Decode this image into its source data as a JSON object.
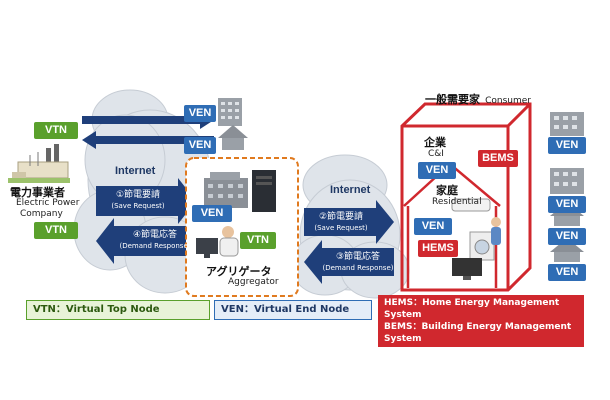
{
  "utility": {
    "name_jp": "電力事業者",
    "name_en_1": "Electric Power",
    "name_en_2": "Company",
    "vtn_top": "VTN",
    "vtn_bottom": "VTN"
  },
  "cloud_left": {
    "label": "Internet",
    "ven_1": "VEN",
    "ven_2": "VEN"
  },
  "arrows_left": {
    "save_request_jp": "①節電要請",
    "save_request_en": "(Save Request)",
    "demand_response_jp": "④節電応答",
    "demand_response_en": "(Demand Response)"
  },
  "aggregator": {
    "name_jp": "アグリゲータ",
    "name_en": "Aggregator",
    "ven": "VEN",
    "vtn": "VTN"
  },
  "cloud_right": {
    "label": "Internet"
  },
  "arrows_right": {
    "save_request_jp": "②節電要請",
    "save_request_en": "(Save Request)",
    "demand_response_jp": "③節電応答",
    "demand_response_en": "(Demand Response)"
  },
  "consumer": {
    "title_jp": "一般需要家",
    "title_en": "Consumer",
    "ci_jp": "企業",
    "ci_en": "C&I",
    "bems": "BEMS",
    "res_jp": "家庭",
    "res_en": "Residential",
    "ven_1": "VEN",
    "ven_2": "VEN",
    "hems": "HEMS"
  },
  "right_column": {
    "ven_1": "VEN",
    "ven_2": "VEN",
    "ven_3": "VEN",
    "ven_4": "VEN"
  },
  "legend": {
    "vtn": "VTN：Virtual Top Node",
    "ven": "VEN：Virtual End Node",
    "hems": "HEMS：Home Energy Management System",
    "bems": "BEMS：Building Energy Management System"
  },
  "colors": {
    "vtn": "#5aa02c",
    "ven": "#2f6db5",
    "hems": "#d0282e",
    "arrow": "#1f3f7a",
    "aggregator_border": "#e07a1f"
  }
}
